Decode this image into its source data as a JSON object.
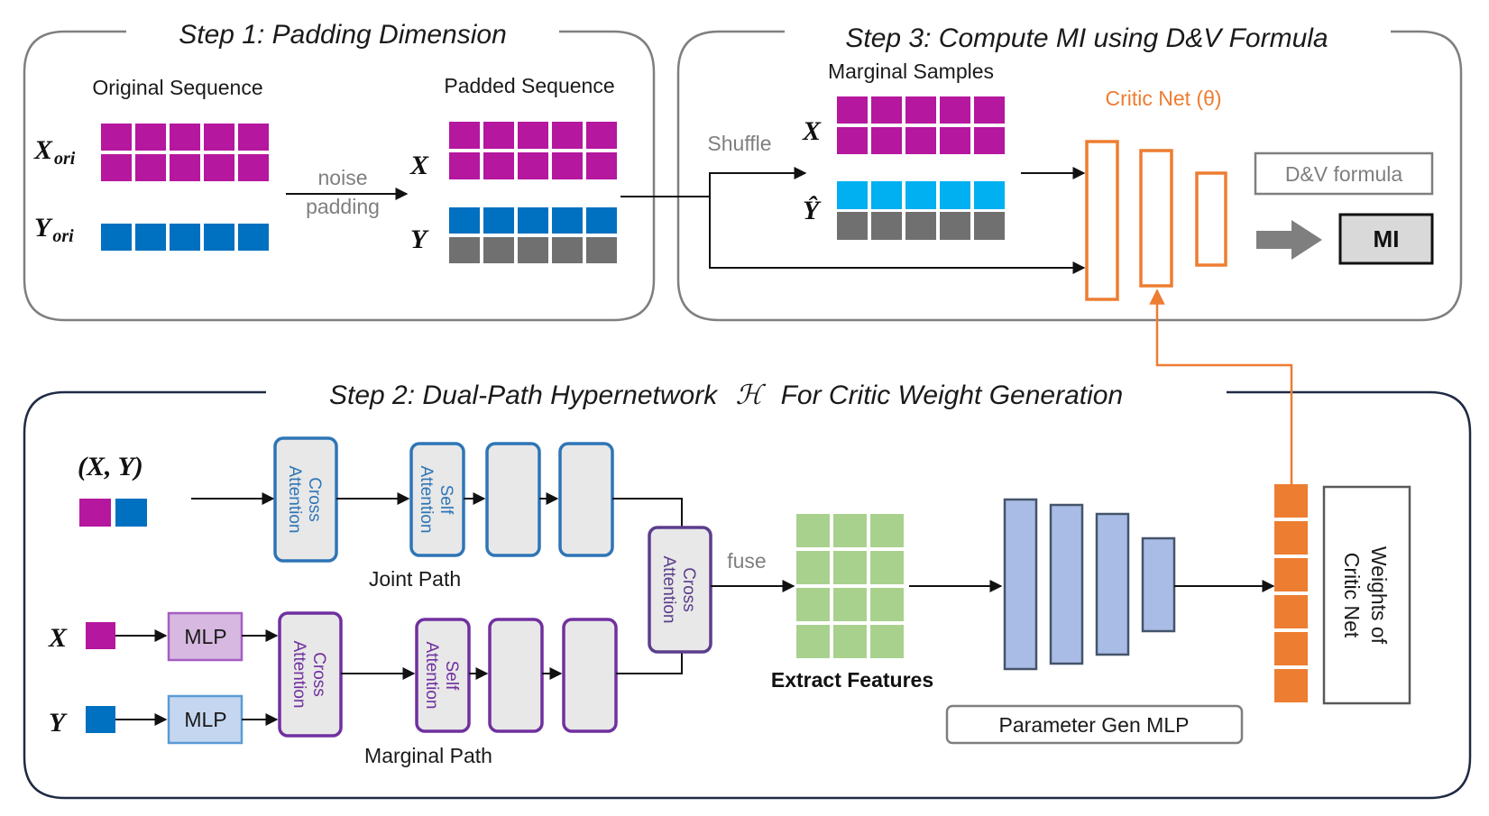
{
  "step1": {
    "title": "Step 1: Padding Dimension",
    "original_label": "Original Sequence",
    "padded_label": "Padded Sequence",
    "x_ori": "X",
    "y_ori": "Y",
    "ori_sub": "ori",
    "noise_line1": "noise",
    "noise_line2": "padding",
    "x_label": "X",
    "y_label": "Y"
  },
  "step2": {
    "title": "Step 2: Dual-Path Hypernetwork",
    "title_symbol": "ℋ",
    "title_suffix": "For Critic Weight Generation",
    "pair_label": "(X, Y)",
    "x_label": "X",
    "y_label": "Y",
    "mlp_label": "MLP",
    "cross_attention": "Cross Attention",
    "cross_line1": "Cross",
    "cross_line2": "Attention",
    "self_line1": "Self",
    "self_line2": "Attention",
    "joint_path": "Joint Path",
    "marginal_path": "Marginal Path",
    "fuse": "fuse",
    "extract_features": "Extract Features",
    "param_gen": "Parameter Gen MLP",
    "weights_line1": "Weights of",
    "weights_line2": "Critic Net"
  },
  "step3": {
    "title": "Step 3: Compute MI using D&V Formula",
    "marginal_samples": "Marginal Samples",
    "shuffle": "Shuffle",
    "x_label": "X",
    "y_hat_label": "Ŷ",
    "critic_net": "Critic Net (θ)",
    "dv_formula": "D&V formula",
    "mi": "MI"
  },
  "colors": {
    "magenta": "#B5179E",
    "blue": "#0070C0",
    "gray_cell": "#707070",
    "cyan": "#00B0F0",
    "orange": "#ED7D31",
    "green_cell": "#A9D18E",
    "param_blue": "#A9BCE6",
    "joint_border": "#2E75B6",
    "marginal_border": "#7030A0",
    "fuse_border": "#5B3D8C",
    "mlp_x_fill": "#D7B8E0",
    "mlp_y_fill": "#C5D7F0"
  }
}
